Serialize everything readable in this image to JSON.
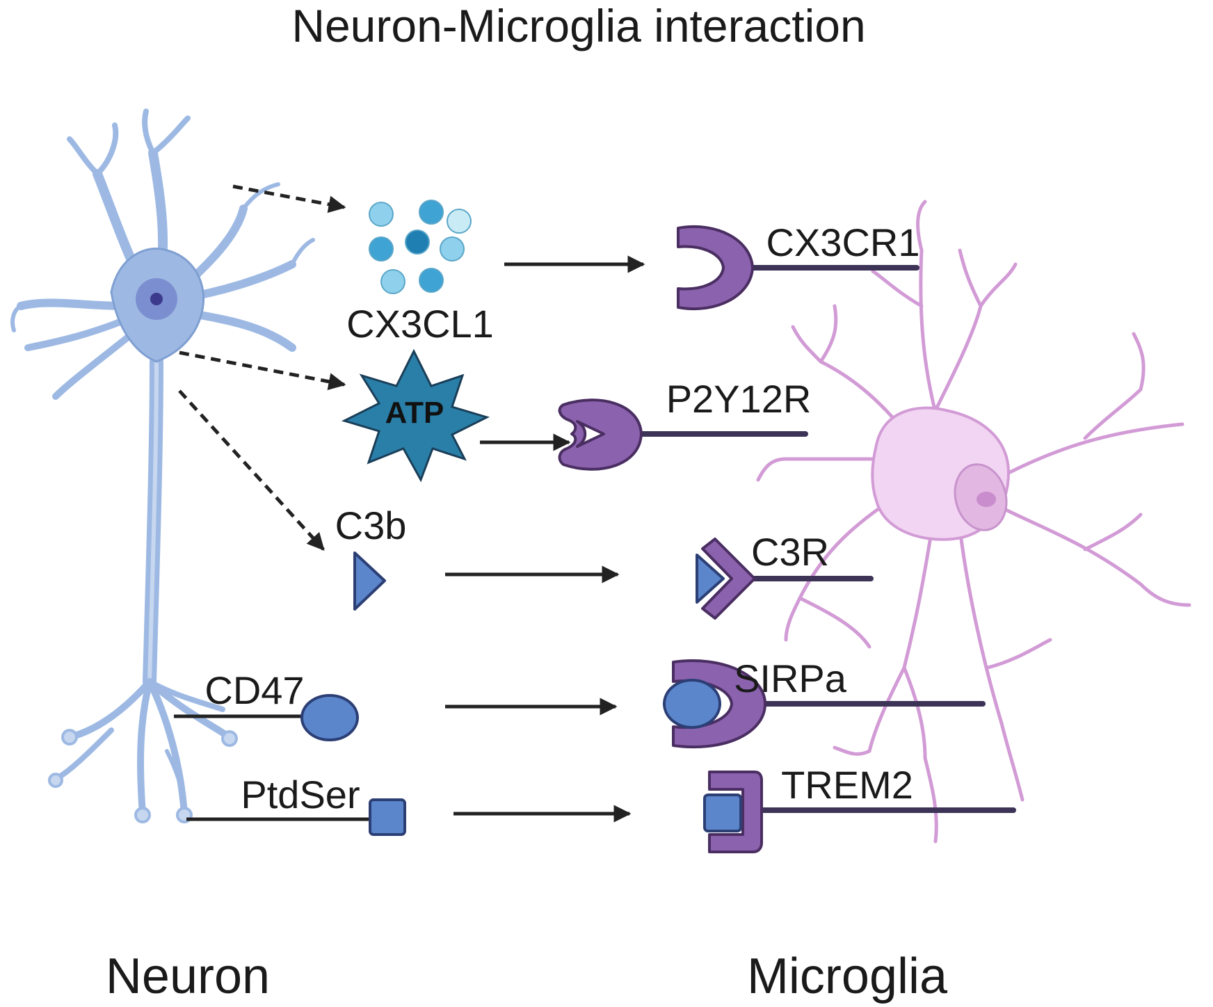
{
  "title": "Neuron-Microglia interaction",
  "cells": {
    "neuron": "Neuron",
    "microglia": "Microglia"
  },
  "ligands": {
    "cx3cl1": "CX3CL1",
    "atp": "ATP",
    "c3b": "C3b",
    "cd47": "CD47",
    "ptdser": "PtdSer"
  },
  "receptors": {
    "cx3cr1": "CX3CR1",
    "p2y12r": "P2Y12R",
    "c3r": "C3R",
    "sirpa": "SIRPa",
    "trem2": "TREM2"
  },
  "colors": {
    "neuron_fill": "#9db9e3",
    "neuron_stroke": "#6f8fc8",
    "microglia_fill": "#f2d5f2",
    "microglia_stroke": "#d29bd6",
    "receptor_fill": "#8b62ad",
    "receptor_stroke": "#4a2e62",
    "ligand_blue": "#5b86cc",
    "atp_fill": "#2a7fa8",
    "line": "#3c3356"
  }
}
